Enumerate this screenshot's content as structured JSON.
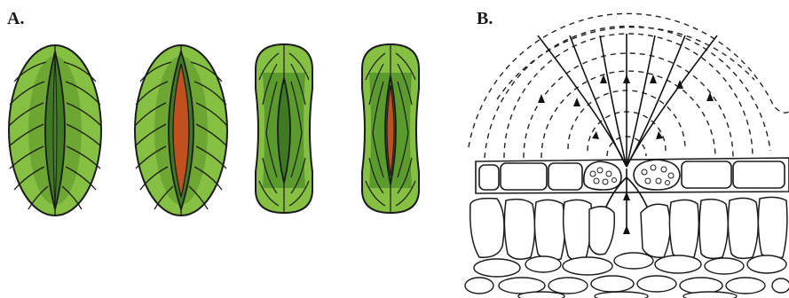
{
  "panel_a": {
    "label": "A.",
    "stomata": [
      {
        "shape": "kidney",
        "state": "closed"
      },
      {
        "shape": "kidney",
        "state": "open"
      },
      {
        "shape": "dumbbell",
        "state": "closed"
      },
      {
        "shape": "dumbbell",
        "state": "open"
      }
    ]
  },
  "panel_b": {
    "label": "B."
  },
  "colors": {
    "guard_cell_fill": "#86c043",
    "guard_cell_dark": "#3f7a23",
    "pore_closed": "#4a7f2a",
    "pore_open": "#c0501e",
    "outline": "#1b1b1b"
  }
}
